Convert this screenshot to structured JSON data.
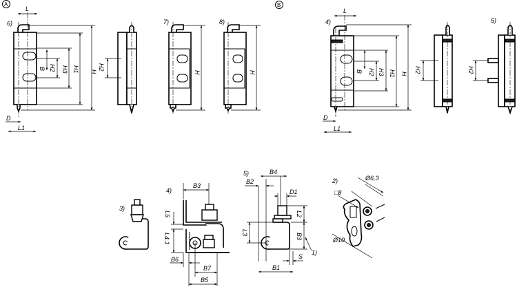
{
  "section_a": {
    "marker": "A",
    "view_6": {
      "variant": "6)",
      "L": "L",
      "B": "B",
      "H2": "H2",
      "H3": "H3",
      "H1": "H1",
      "H": "H",
      "D": "D",
      "L1": "L1"
    },
    "side_view": {
      "H2": "H2"
    },
    "view_7": {
      "variant": "7)",
      "H": "H"
    },
    "view_8": {
      "variant": "8)",
      "H": "H"
    }
  },
  "section_b": {
    "marker": "B",
    "view_4": {
      "variant": "4)",
      "L": "L",
      "B": "B",
      "H2": "H2",
      "H3": "H3",
      "H1": "H1",
      "H": "H",
      "D": "D",
      "L1": "L1"
    },
    "side_view": {
      "H2": "H2"
    },
    "view_5": {
      "variant": "5)",
      "H2": "H2"
    }
  },
  "mounting": {
    "view_3": {
      "variant": "3)"
    },
    "view_4": {
      "variant": "4)",
      "B3": "B3",
      "L5": "L5",
      "L4_1": "L4.1",
      "B6": "B6",
      "B7": "B7",
      "B5": "B5"
    },
    "view_5": {
      "variant": "5)",
      "B4": "B4",
      "B2": "B2",
      "D1": "D1",
      "L2": "L2",
      "L3": "L3",
      "B3": "B3",
      "note": "1)",
      "S": "S",
      "B1": "B1"
    },
    "view_2": {
      "variant": "2)",
      "d63": "Ø6,3",
      "sq8": "□8",
      "d10": "Ø10"
    }
  }
}
